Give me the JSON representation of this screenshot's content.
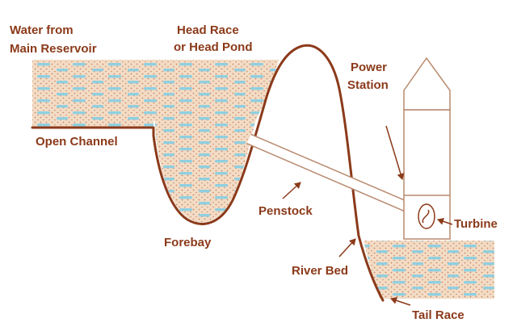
{
  "labels": {
    "water_from": "Water from",
    "main_reservoir": "Main Reservoir",
    "head_race": "Head Race",
    "head_pond": "or Head Pond",
    "power": "Power",
    "station": "Station",
    "open_channel": "Open Channel",
    "penstock": "Penstock",
    "turbine": "Turbine",
    "forebay": "Forebay",
    "river_bed": "River Bed",
    "tail_race": "Tail Race"
  },
  "colors": {
    "outline": "#8b3a1a",
    "label": "#8b3a1a",
    "soil": "#f3dcc6",
    "soil_dots": "#c98a66",
    "water_dash": "#8fcfe0",
    "structure": "#b98a6e",
    "background": "#ffffff"
  }
}
